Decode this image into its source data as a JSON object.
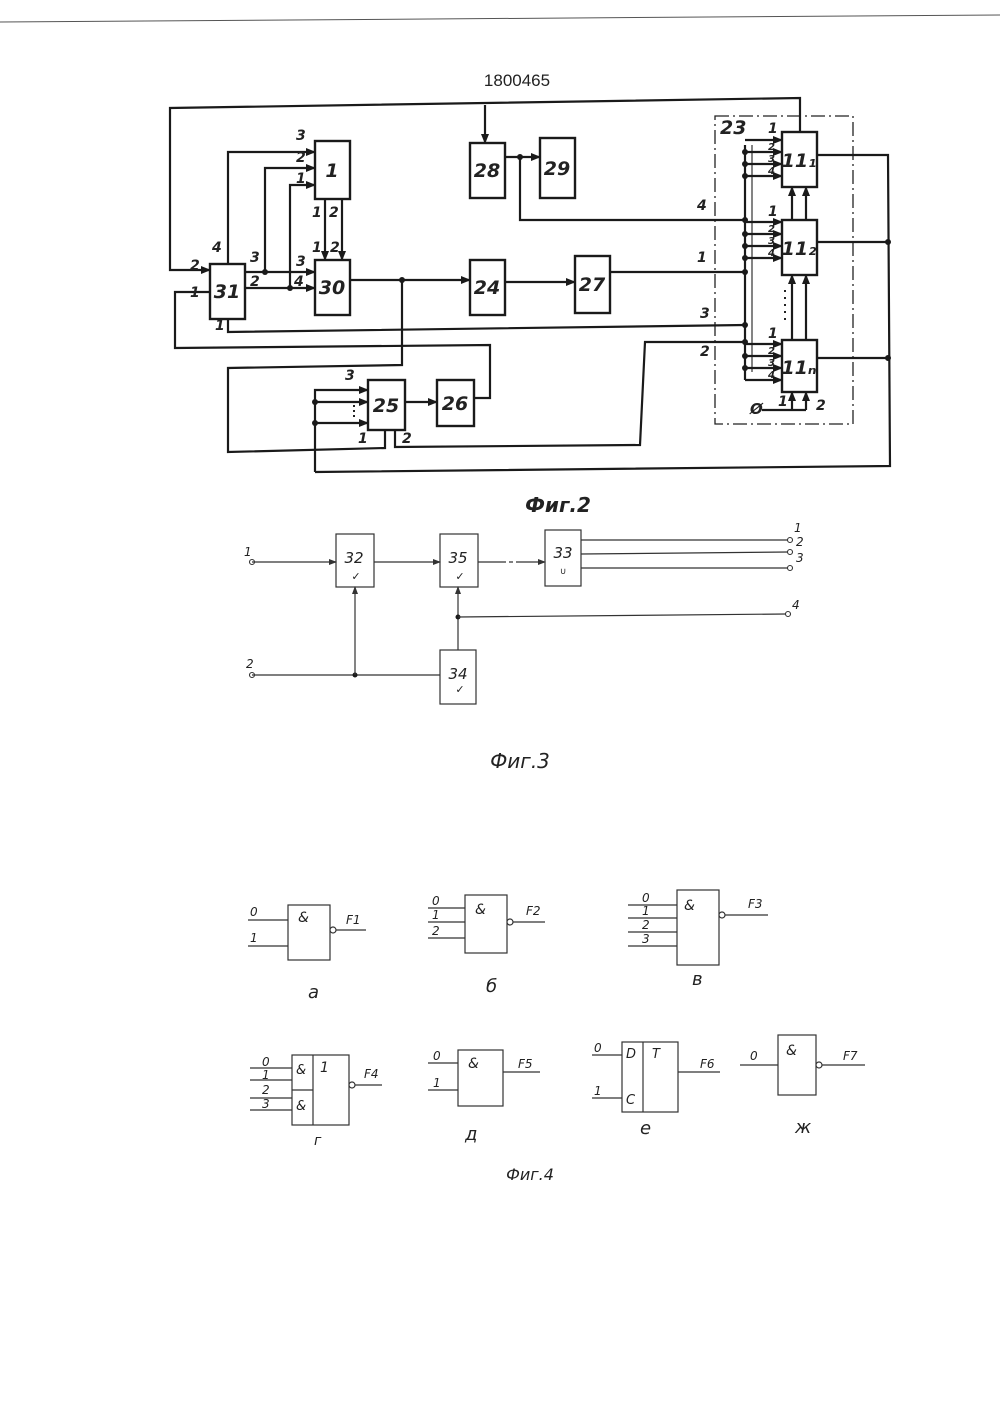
{
  "document": {
    "patent_number": "1800465",
    "fig2": {
      "caption": "Фиг.2",
      "blocks": {
        "b1": "1",
        "b28": "28",
        "b29": "29",
        "b31": "31",
        "b30": "30",
        "b24": "24",
        "b27": "27",
        "b25": "25",
        "b26": "26",
        "b11_1": "11₁",
        "b11_2": "11₂",
        "b11_n": "11ₙ",
        "group23": "23"
      },
      "pins": {
        "p1_3": "3",
        "p1_2": "2",
        "p1_1": "1",
        "p1_out1": "1",
        "p1_out2": "2",
        "p31_4": "4",
        "p31_3": "3",
        "p31_2": "2",
        "p31_in2": "2",
        "p31_in1": "1",
        "p31_bot1": "1",
        "p30_1": "1",
        "p30_2": "2",
        "p30_3": "3",
        "p30_4": "4",
        "p25_3": "3",
        "p25_1": "1",
        "p25_2": "2",
        "bus4": "4",
        "bus1": "1",
        "bus3": "3",
        "bus2": "2",
        "g1_1": "1",
        "g1_2": "2",
        "g1_3": "3",
        "g1_4": "4",
        "g2_1": "1",
        "g2_2": "2",
        "g2_3": "3",
        "g2_4": "4",
        "gn_1": "1",
        "gn_2": "2",
        "gn_3": "3",
        "gn_4": "4",
        "gn_b1": "1",
        "gn_b2": "2",
        "phi": "Ø"
      }
    },
    "fig3": {
      "caption": "Фиг.3",
      "blocks": {
        "b32": "32",
        "b35": "35",
        "b33": "33",
        "b34": "34"
      },
      "terminals": {
        "in1": "1",
        "in2": "2",
        "out1": "1",
        "out2": "2",
        "out3": "3",
        "out4": "4"
      }
    },
    "fig4": {
      "caption": "Фиг.4",
      "gates": [
        {
          "id": "a",
          "sub": "а",
          "symbol": "&",
          "inputs": [
            "0",
            "1"
          ],
          "output": "F1"
        },
        {
          "id": "b",
          "sub": "б",
          "symbol": "&",
          "inputs": [
            "0",
            "1",
            "2"
          ],
          "output": "F2"
        },
        {
          "id": "v",
          "sub": "в",
          "symbol": "&",
          "inputs": [
            "0",
            "1",
            "2",
            "3"
          ],
          "output": "F3"
        },
        {
          "id": "g",
          "sub": "г",
          "symbol": "&",
          "symbol2": "&",
          "or_symbol": "1",
          "inputs": [
            "0",
            "1",
            "2",
            "3"
          ],
          "output": "F4"
        },
        {
          "id": "d",
          "sub": "д",
          "symbol": "&",
          "inputs": [
            "0",
            "1"
          ],
          "output": "F5"
        },
        {
          "id": "e",
          "sub": "е",
          "symbol": "T",
          "d_label": "D",
          "c_label": "C",
          "inputs": [
            "0",
            "1"
          ],
          "output": "F6"
        },
        {
          "id": "zh",
          "sub": "ж",
          "symbol": "&",
          "inputs": [
            "0"
          ],
          "output": "F7"
        }
      ]
    }
  }
}
